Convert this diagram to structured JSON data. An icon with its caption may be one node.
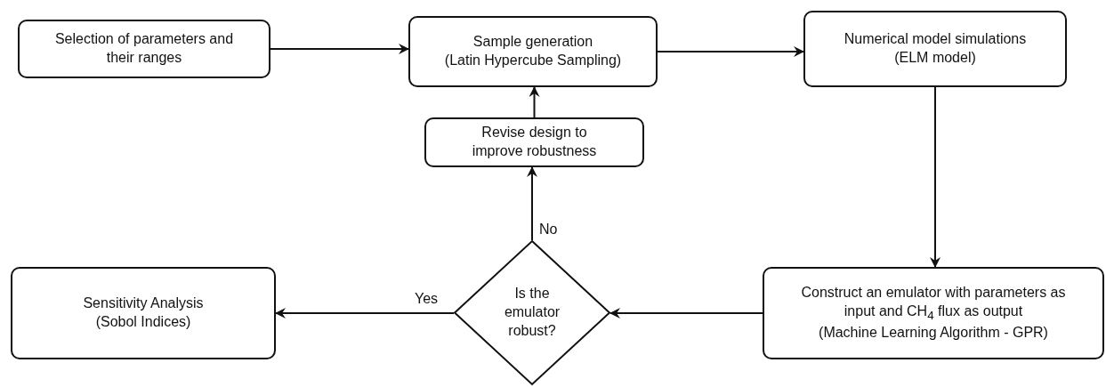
{
  "diagram": {
    "nodes": [
      {
        "text": [
          "Selection of parameters and their ranges"
        ]
      },
      {
        "text": [
          "Sample generation",
          "(Latin Hypercube Sampling)"
        ]
      },
      {
        "text": [
          "Numerical model simulations",
          "(ELM model)"
        ]
      },
      {
        "text": [
          "Revise design to improve robustness"
        ]
      },
      {
        "text": [
          "Is the emulator robust?"
        ]
      },
      {
        "text": [
          "Sensitivity Analysis",
          "(Sobol Indices)"
        ]
      },
      {
        "text": [
          "Construct an emulator with parameters as input and CH$_{4}$ flux as output",
          "(Machine Learning Algorithm - GPR)"
        ]
      }
    ],
    "edges": [
      {
        "from": 0,
        "to": 1,
        "arrow": "to"
      },
      {
        "from": 1,
        "to": 2,
        "arrow": "to"
      },
      {
        "from": 2,
        "to": 6,
        "arrow": "to"
      },
      {
        "from": 6,
        "to": 4,
        "arrow": "to"
      },
      {
        "from": 4,
        "to": 5,
        "arrow": "to",
        "label": "Yes"
      },
      {
        "from": 4,
        "to": 3,
        "arrow": "to",
        "label": "No"
      },
      {
        "from": 3,
        "to": 1,
        "arrow": "to"
      }
    ]
  }
}
